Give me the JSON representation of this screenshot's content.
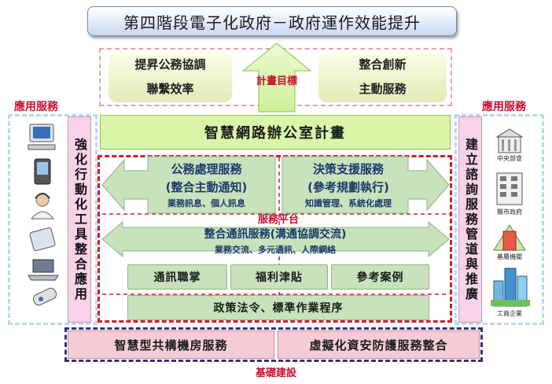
{
  "title": "第四階段電子化政府－政府運作效能提升",
  "goals": {
    "left": [
      "提昇公務協調",
      "聯繫效率"
    ],
    "right": [
      "整合創新",
      "主動服務"
    ],
    "label": "計畫目標"
  },
  "side_labels": {
    "left": "應用服務",
    "right": "應用服務"
  },
  "left_vertical": "強化行動化工具整合應用",
  "right_vertical": "建立諮詢服務管道與推廣",
  "main_plan": "智慧網路辦公室計畫",
  "platform_label": "服務平台",
  "services": {
    "official": {
      "title": "公務處理服務",
      "sub": "(整合主動通知)",
      "detail": "業務訊息、個人訊息"
    },
    "decision": {
      "title": "決策支援服務",
      "sub": "(參考規劃執行)",
      "detail": "知識管理、系統化處理"
    },
    "comm": {
      "title": "整合通訊服務(溝通協調交流)",
      "detail": "業務交流、多元通訊、人際網絡"
    }
  },
  "modules": [
    "通訊職掌",
    "福利津貼",
    "參考案例"
  ],
  "policy": "政策法令、標準作業程序",
  "infra": {
    "left": "智慧型共構機房服務",
    "right": "虛擬化資安防護服務整合",
    "label": "基礎建設"
  },
  "agencies": [
    "中央部會",
    "縣市政府",
    "基層機關",
    "工商企業"
  ],
  "devices": [
    "desktop-computer-icon",
    "pda-icon",
    "headset-user-icon",
    "tablet-icon",
    "laptop-icon",
    "mobile-phone-icon"
  ],
  "colors": {
    "accent_red": "#c8102e",
    "plan_green": "#d8f5a8",
    "service_green": "#c8e2bc",
    "pink": "#f7d2e8",
    "navy": "#33307a"
  }
}
